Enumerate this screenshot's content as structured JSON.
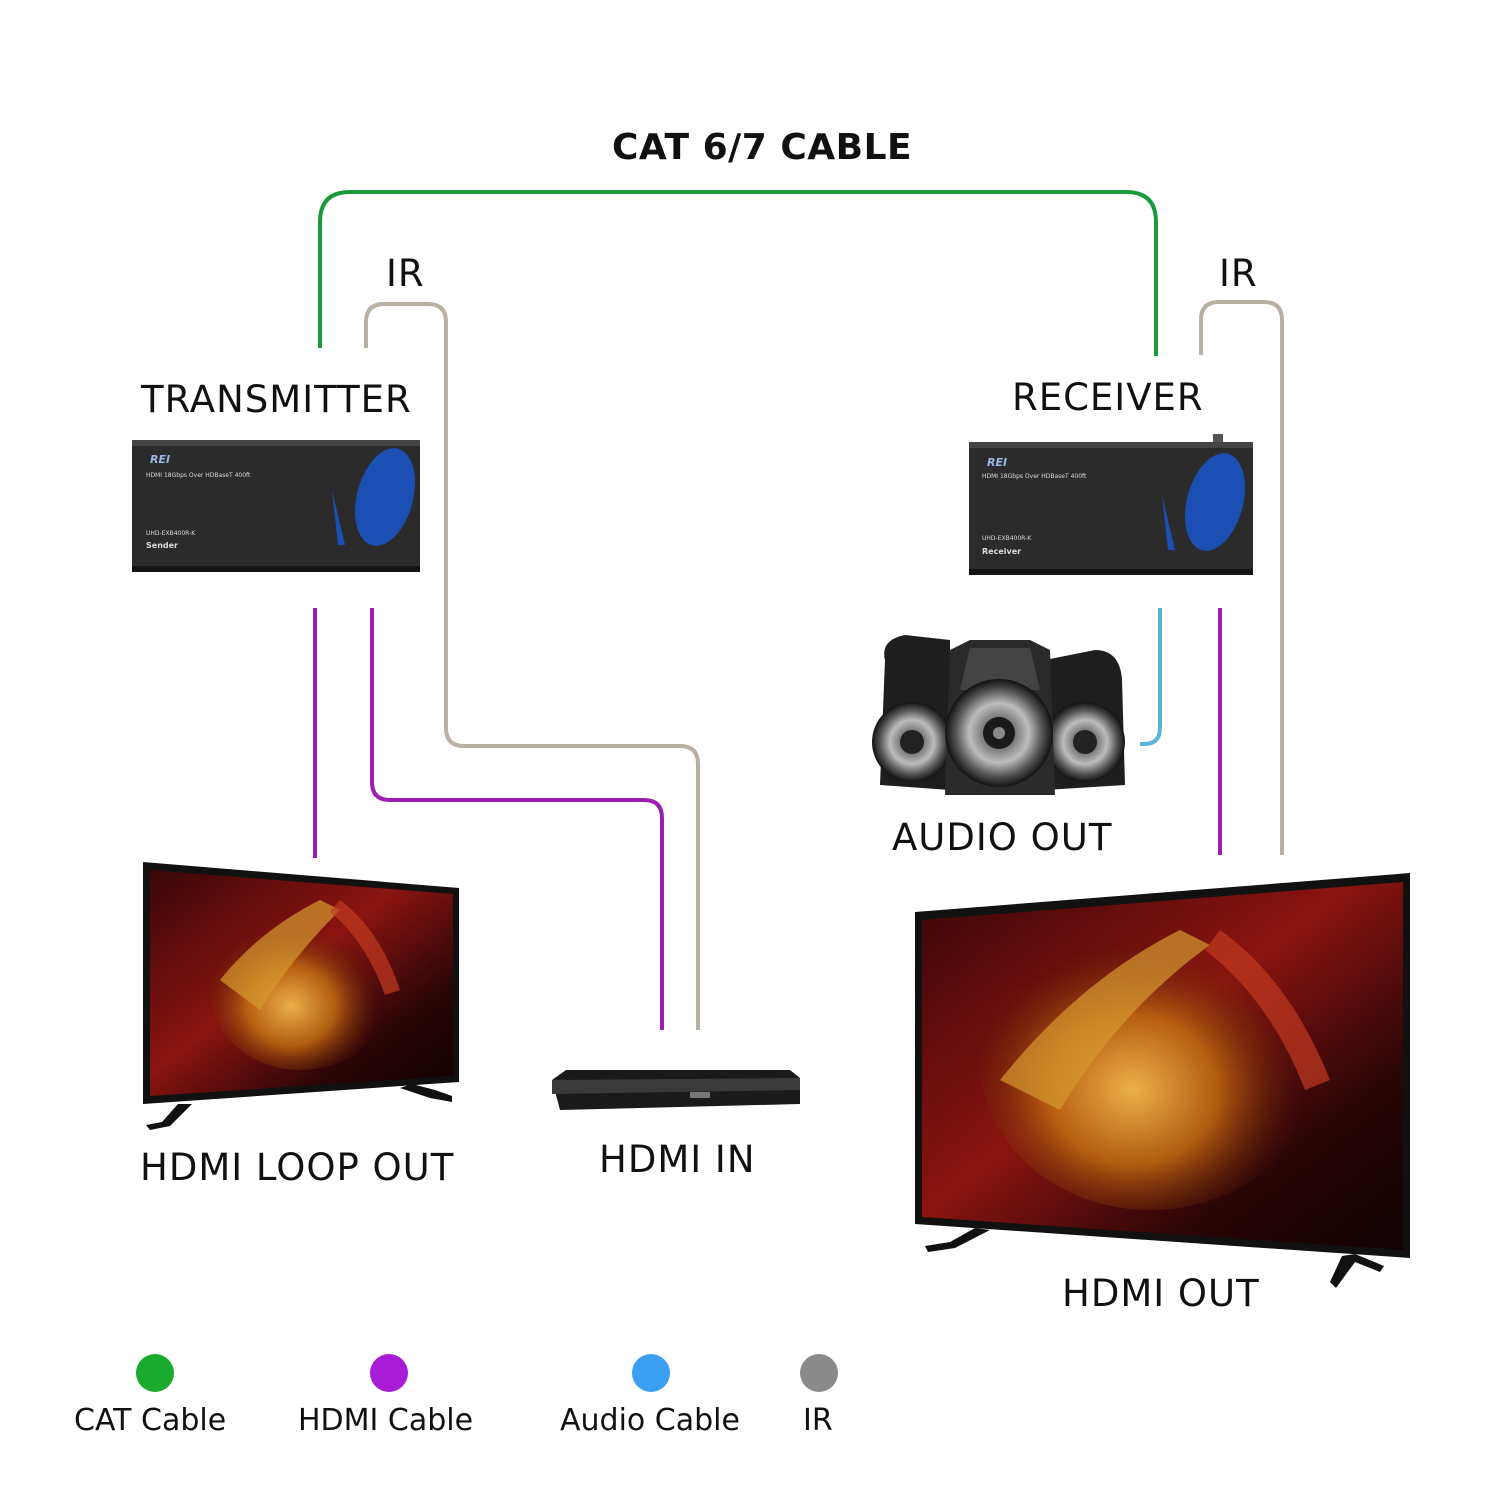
{
  "title": "CAT 6/7 CABLE",
  "devices": {
    "transmitter": {
      "label": "TRANSMITTER",
      "logo": "REI",
      "line1": "HDMI 18Gbps Over HDBaseT 400ft",
      "model": "UHD-EXB400R-K",
      "role": "Sender"
    },
    "receiver": {
      "label": "RECEIVER",
      "logo": "REI",
      "line1": "HDMI 18Gbps Over HDBaseT 400ft",
      "model": "UHD-EXB400R-K",
      "role": "Receiver"
    },
    "ir_left": "IR",
    "ir_right": "IR",
    "audio_out": "AUDIO OUT",
    "hdmi_loop_out": "HDMI LOOP OUT",
    "hdmi_in": "HDMI IN",
    "hdmi_out": "HDMI OUT"
  },
  "legend": [
    {
      "label": "CAT Cable",
      "color": "#1aaa2e"
    },
    {
      "label": "HDMI Cable",
      "color": "#a81cd6"
    },
    {
      "label": "Audio Cable",
      "color": "#3b9ff2"
    },
    {
      "label": "IR",
      "color": "#8a8a8a"
    }
  ],
  "colors": {
    "cat": "#1a9a3a",
    "hdmi": "#9a1fb0",
    "audio": "#5ab6d8",
    "ir": "#b8b0a2"
  }
}
